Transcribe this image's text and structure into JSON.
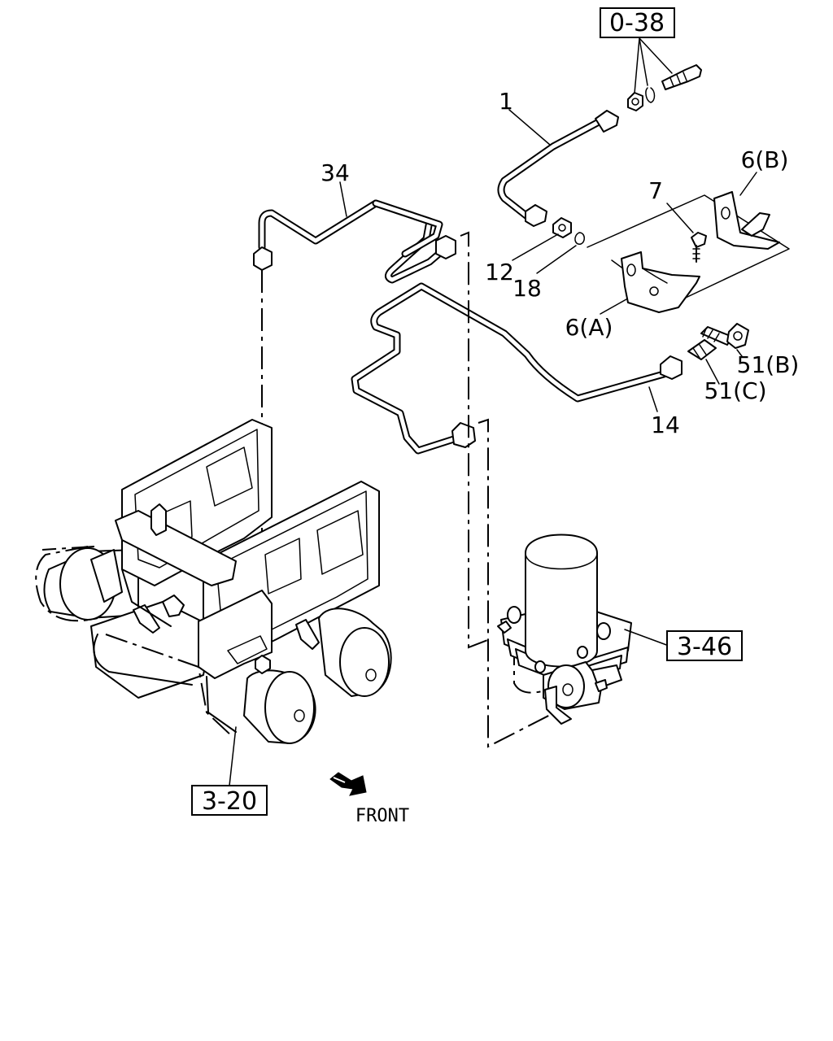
{
  "labels": {
    "p1": "1",
    "p34": "34",
    "p7": "7",
    "p6b": "6(B)",
    "p12": "12",
    "p18": "18",
    "p6a": "6(A)",
    "p51b": "51(B)",
    "p51c": "51(C)",
    "p14": "14"
  },
  "refs": {
    "r038": "0-38",
    "r346": "3-46",
    "r320": "3-20"
  },
  "front": "FRONT"
}
